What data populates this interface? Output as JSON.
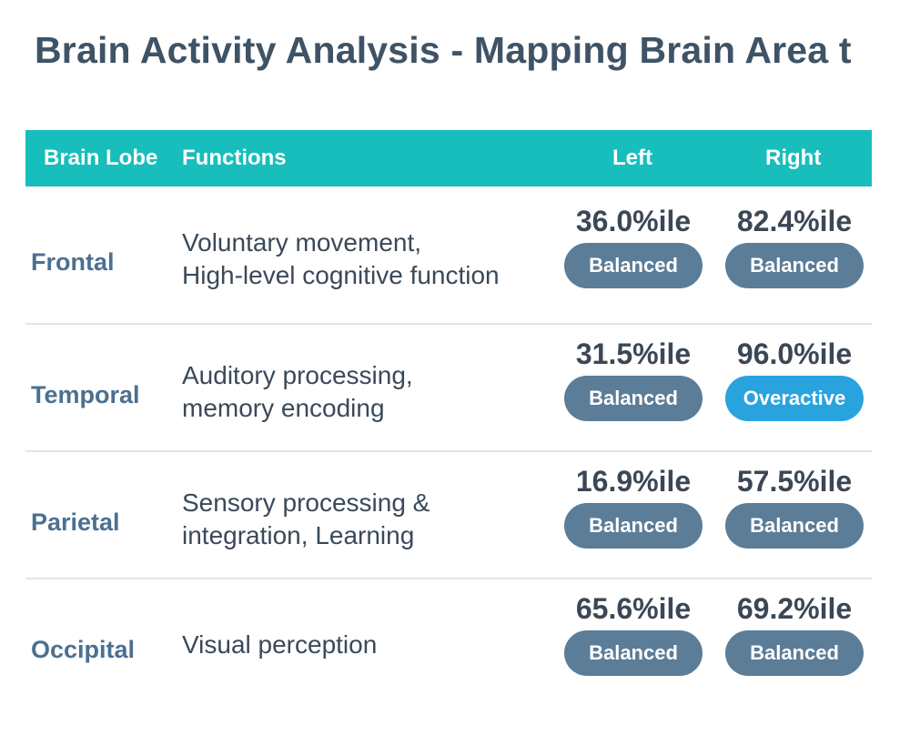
{
  "title": "Brain Activity Analysis - Mapping Brain Area t",
  "colors": {
    "header": "#17bebb",
    "balanced": "#5b7d98",
    "overactive": "#29a3de"
  },
  "table": {
    "headers": {
      "lobe": "Brain Lobe",
      "functions": "Functions",
      "left": "Left",
      "right": "Right"
    },
    "rows": [
      {
        "lobe": "Frontal",
        "func1": "Voluntary movement,",
        "func2": "High-level cognitive function",
        "left_pct": "36.0%ile",
        "left_status": "Balanced",
        "right_pct": "82.4%ile",
        "right_status": "Balanced"
      },
      {
        "lobe": "Temporal",
        "func1": "Auditory processing,",
        "func2": "memory encoding",
        "left_pct": "31.5%ile",
        "left_status": "Balanced",
        "right_pct": "96.0%ile",
        "right_status": "Overactive"
      },
      {
        "lobe": "Parietal",
        "func1": "Sensory processing &",
        "func2": "integration, Learning",
        "left_pct": "16.9%ile",
        "left_status": "Balanced",
        "right_pct": "57.5%ile",
        "right_status": "Balanced"
      },
      {
        "lobe": "Occipital",
        "func1": "Visual perception",
        "func2": "",
        "left_pct": "65.6%ile",
        "left_status": "Balanced",
        "right_pct": "69.2%ile",
        "right_status": "Balanced"
      }
    ]
  }
}
